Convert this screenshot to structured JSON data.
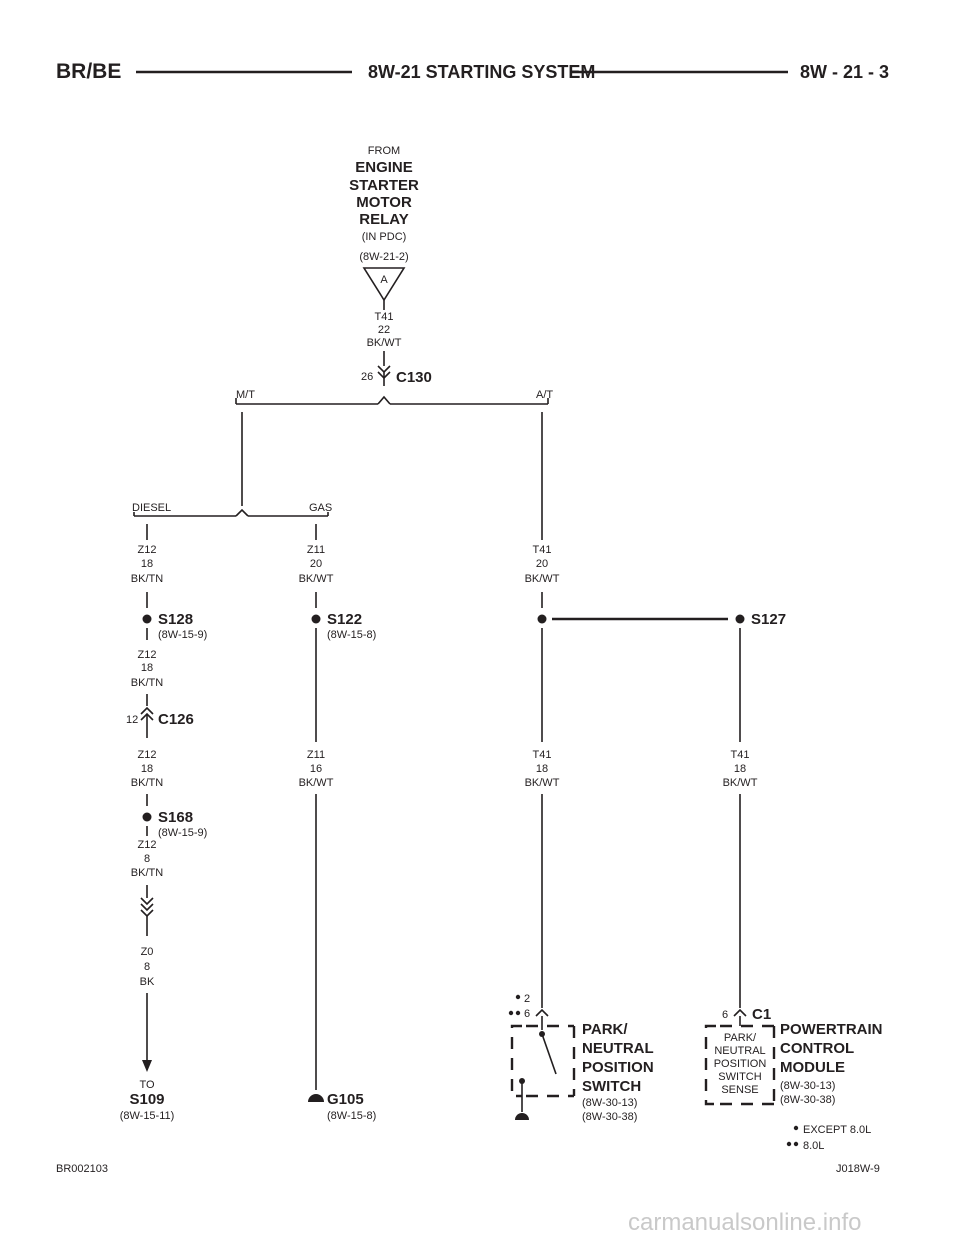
{
  "header": {
    "left": "BR/BE",
    "center": "8W-21 STARTING SYSTEM",
    "right": "8W - 21 - 3"
  },
  "source": {
    "from": "FROM",
    "name_lines": [
      "ENGINE",
      "STARTER",
      "MOTOR",
      "RELAY"
    ],
    "location": "(IN PDC)",
    "ref": "(8W-21-2)",
    "terminal": "A"
  },
  "wires": {
    "t41_22": [
      "T41",
      "22",
      "BK/WT"
    ],
    "z12_18_a": [
      "Z12",
      "18",
      "BK/TN"
    ],
    "z11_20": [
      "Z11",
      "20",
      "BK/WT"
    ],
    "t41_20": [
      "T41",
      "20",
      "BK/WT"
    ],
    "z12_18_b": [
      "Z12",
      "18",
      "BK/TN"
    ],
    "z12_18_c": [
      "Z12",
      "18",
      "BK/TN"
    ],
    "z11_16": [
      "Z11",
      "16",
      "BK/WT"
    ],
    "t41_18_a": [
      "T41",
      "18",
      "BK/WT"
    ],
    "t41_18_b": [
      "T41",
      "18",
      "BK/WT"
    ],
    "z12_8": [
      "Z12",
      "8",
      "BK/TN"
    ],
    "z0_8": [
      "Z0",
      "8",
      "BK"
    ]
  },
  "connectors": {
    "c130": {
      "name": "C130",
      "pin": "26"
    },
    "c126": {
      "name": "C126",
      "pin": "12"
    },
    "c1": {
      "name": "C1",
      "pin": "6"
    },
    "pnp_pins": [
      "2",
      "6"
    ]
  },
  "options": {
    "mt": "M/T",
    "at": "A/T",
    "diesel": "DIESEL",
    "gas": "GAS"
  },
  "splices": {
    "s128": {
      "name": "S128",
      "ref": "(8W-15-9)"
    },
    "s122": {
      "name": "S122",
      "ref": "(8W-15-8)"
    },
    "s127": {
      "name": "S127"
    },
    "s168": {
      "name": "S168",
      "ref": "(8W-15-9)"
    }
  },
  "destinations": {
    "s109": {
      "to": "TO",
      "name": "S109",
      "ref": "(8W-15-11)"
    },
    "g105": {
      "name": "G105",
      "ref": "(8W-15-8)"
    },
    "pnp_switch": {
      "name_lines": [
        "PARK/",
        "NEUTRAL",
        "POSITION",
        "SWITCH"
      ],
      "refs": [
        "(8W-30-13)",
        "(8W-30-38)"
      ]
    },
    "pcm": {
      "name_lines": [
        "POWERTRAIN",
        "CONTROL",
        "MODULE"
      ],
      "refs": [
        "(8W-30-13)",
        "(8W-30-38)"
      ],
      "inner_lines": [
        "PARK/",
        "NEUTRAL",
        "POSITION",
        "SWITCH",
        "SENSE"
      ]
    }
  },
  "legend": {
    "single_dot": "EXCEPT 8.0L",
    "double_dot": "8.0L"
  },
  "footer": {
    "left": "BR002103",
    "right": "J018W-9"
  },
  "watermark": "carmanualsonline.info"
}
